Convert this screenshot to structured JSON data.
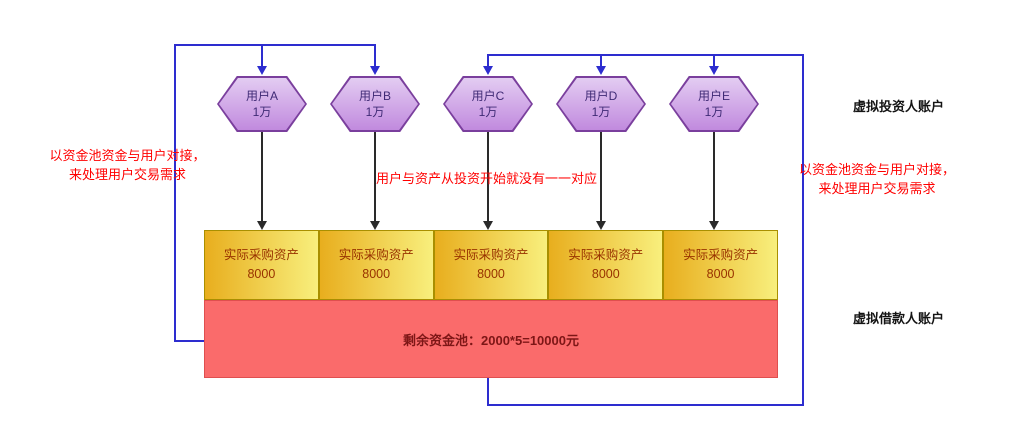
{
  "users": [
    {
      "name": "用户A",
      "amount": "1万"
    },
    {
      "name": "用户B",
      "amount": "1万"
    },
    {
      "name": "用户C",
      "amount": "1万"
    },
    {
      "name": "用户D",
      "amount": "1万"
    },
    {
      "name": "用户E",
      "amount": "1万"
    }
  ],
  "assets": [
    {
      "label": "实际采购资产",
      "value": "8000"
    },
    {
      "label": "实际采购资产",
      "value": "8000"
    },
    {
      "label": "实际采购资产",
      "value": "8000"
    },
    {
      "label": "实际采购资产",
      "value": "8000"
    },
    {
      "label": "实际采购资产",
      "value": "8000"
    }
  ],
  "pool": {
    "text": "剩余资金池：2000*5=10000元"
  },
  "annotations": {
    "left": {
      "line1": "以资金池资金与用户对接，",
      "line2": "来处理用户交易需求"
    },
    "middle": {
      "line1": "用户与资产从投资开始就没有一一对应"
    },
    "right": {
      "line1": "以资金池资金与用户对接，",
      "line2": "来处理用户交易需求"
    }
  },
  "side_labels": {
    "investor": "虚拟投资人账户",
    "borrower": "虚拟借款人账户"
  },
  "colors": {
    "hex_border": "#7a3f9d",
    "hex_fill_top": "#e3ccf2",
    "hex_fill_bottom": "#c18ade",
    "hex_text": "#3f2a75",
    "asset_border": "#a98f00",
    "asset_fill_left": "#e8ae1e",
    "asset_fill_right": "#f8ef7d",
    "asset_text": "#993300",
    "pool_fill": "#fa6b6b",
    "pool_border": "#df4f4f",
    "pool_text": "#7d1616",
    "flow_blue": "#2d2dcf",
    "arrow_black": "#2a2a2a",
    "annotation_red": "#ff0000"
  }
}
